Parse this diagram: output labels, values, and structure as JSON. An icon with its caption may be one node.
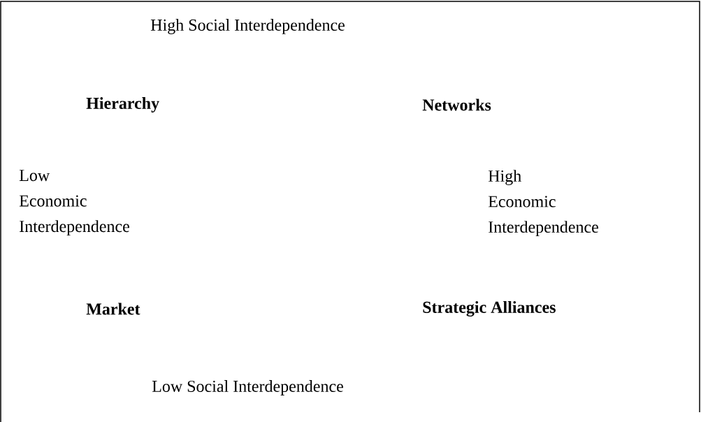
{
  "diagram": {
    "labels": [
      "High Social Interdependence",
      "Hierarchy",
      "Networks",
      "Low Economic Interdependence",
      "High Economic Interdependence",
      "Market",
      "Strategic Alliances",
      "Low Social Interdependence"
    ]
  }
}
